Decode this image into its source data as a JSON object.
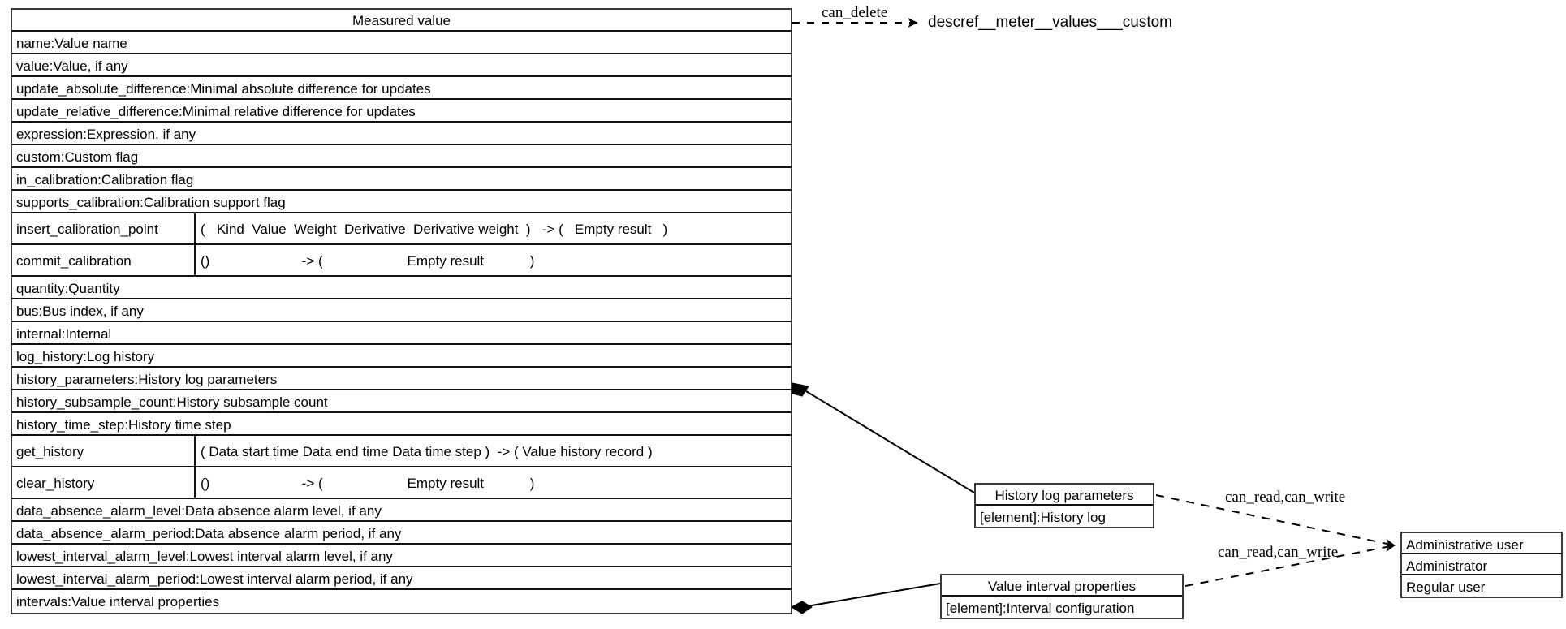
{
  "diagram": {
    "title": "descref__meter__values___custom",
    "type": "uml-class-diagram"
  },
  "main_class": {
    "name": "Measured value",
    "attributes": [
      "name:Value name",
      "value:Value, if any",
      "update_absolute_difference:Minimal absolute difference for updates",
      "update_relative_difference:Minimal relative difference for updates",
      "expression:Expression, if any",
      "custom:Custom flag",
      "in_calibration:Calibration flag",
      "supports_calibration:Calibration support flag"
    ],
    "attributes2": [
      "quantity:Quantity",
      "bus:Bus index, if any",
      "internal:Internal",
      "log_history:Log history",
      "history_parameters:History log parameters",
      "history_subsample_count:History subsample count",
      "history_time_step:History time step"
    ],
    "attributes3": [
      "data_absence_alarm_level:Data absence alarm level, if any",
      "data_absence_alarm_period:Data absence alarm period, if any",
      "lowest_interval_alarm_level:Lowest interval alarm level, if any",
      "lowest_interval_alarm_period:Lowest interval alarm period, if any",
      "intervals:Value interval properties"
    ],
    "operations_a": [
      {
        "name": "insert_calibration_point",
        "signature": "(   Kind  Value  Weight  Derivative  Derivative weight  )   -> (   Empty result   )"
      },
      {
        "name": "commit_calibration",
        "signature": "()                        -> (                      Empty result            )"
      }
    ],
    "operations_b": [
      {
        "name": "get_history",
        "signature": "( Data start time Data end time Data time step )  -> ( Value history record )"
      },
      {
        "name": "clear_history",
        "signature": "()                        -> (                      Empty result            )"
      }
    ]
  },
  "related_classes": {
    "history_log": {
      "name": "History log parameters",
      "rows": [
        "[element]:History log"
      ]
    },
    "value_interval": {
      "name": "Value interval properties",
      "rows": [
        "[element]:Interval configuration"
      ]
    },
    "admin_user": {
      "rows": [
        "Administrative user",
        "Administrator",
        "Regular user"
      ]
    }
  },
  "edges": {
    "can_delete": "can_delete",
    "can_read_write_top": "can_read,can_write",
    "can_read_write_bottom": "can_read,can_write"
  },
  "colors": {
    "line": "#111111",
    "box_border": "#3a3a3a",
    "background": "#ffffff",
    "text": "#000000"
  }
}
